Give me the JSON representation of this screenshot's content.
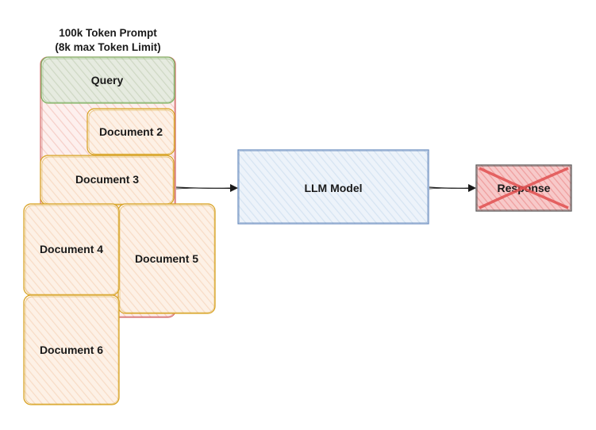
{
  "prompt": {
    "title_line1": "100k Token Prompt",
    "title_line2": "(8k max Token Limit)"
  },
  "boxes": {
    "query": "Query",
    "document_2": "Document 2",
    "document_3": "Document 3",
    "document_4": "Document 4",
    "document_5": "Document 5",
    "document_6": "Document 6"
  },
  "model": {
    "label": "LLM Model"
  },
  "response": {
    "label": "Response"
  },
  "colors": {
    "prompt_border": "#d46a6a",
    "query_border": "#82b366",
    "query_fill": "#dfe6d6",
    "document_border": "#d6a11e",
    "document_fill": "#fbe3cf",
    "model_border": "#6c8ebf",
    "model_fill": "#e3edf7",
    "response_border": "#5a5a5a",
    "response_fill": "#f4b8b8",
    "response_cross": "#e05050"
  }
}
